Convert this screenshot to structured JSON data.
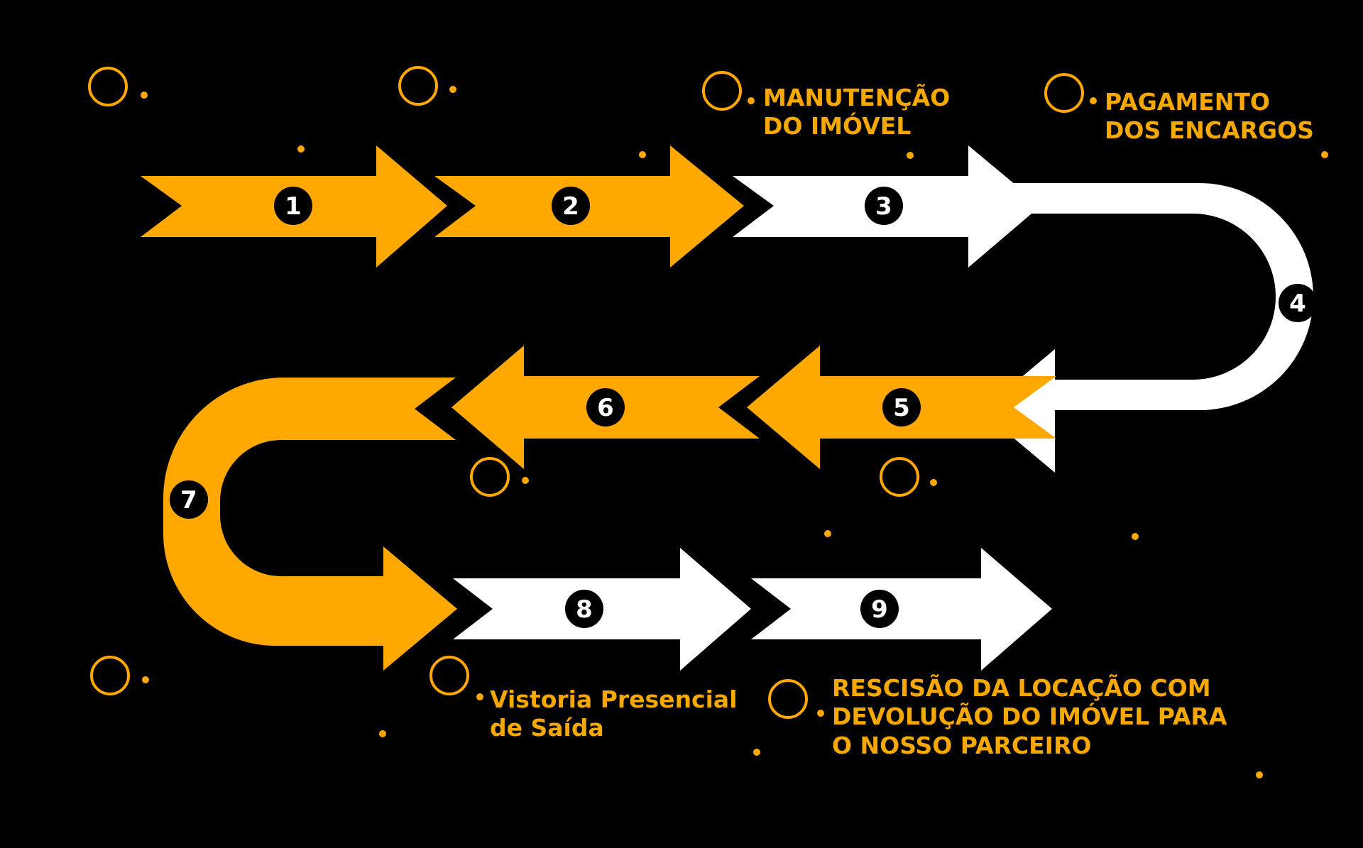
{
  "colors": {
    "background": "#000000",
    "accent": "#FFA800",
    "text_accent": "#F5A800",
    "arrow_light": "#FFFFFF",
    "badge": "#000000",
    "badge_text": "#FFFFFF"
  },
  "steps": [
    {
      "number": "1",
      "label": []
    },
    {
      "number": "2",
      "label": []
    },
    {
      "number": "3",
      "label": [
        "MANUTENÇÃO",
        "DO IMÓVEL"
      ]
    },
    {
      "number": "4",
      "label": [
        "PAGAMENTO",
        "DOS ENCARGOS"
      ]
    },
    {
      "number": "5",
      "label": []
    },
    {
      "number": "6",
      "label": []
    },
    {
      "number": "7",
      "label": []
    },
    {
      "number": "8",
      "label": [
        "Vistoria Presencial",
        "de Saída"
      ]
    },
    {
      "number": "9",
      "label": [
        "RESCISÃO DA LOCAÇÃO COM",
        "DEVOLUÇÃO DO IMÓVEL PARA",
        "O NOSSO PARCEIRO"
      ]
    }
  ]
}
